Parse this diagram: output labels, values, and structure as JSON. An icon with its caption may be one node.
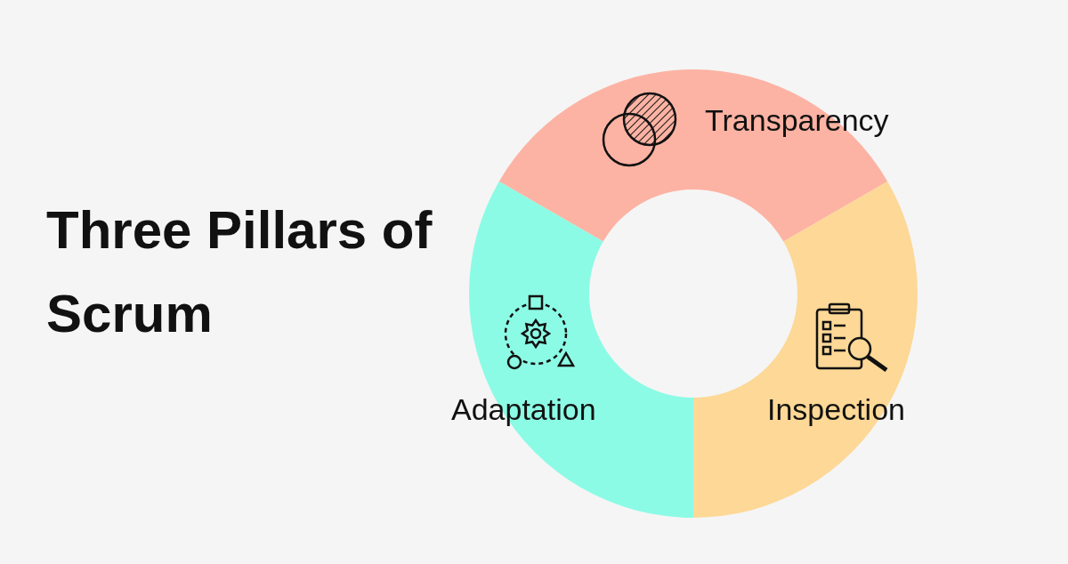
{
  "diagram": {
    "title": "Three Pillars of Scrum",
    "nodes": [
      {
        "text": [
          "Transparency"
        ]
      },
      {
        "text": [
          "Inspection"
        ]
      },
      {
        "text": [
          "Adaptation"
        ]
      }
    ]
  }
}
